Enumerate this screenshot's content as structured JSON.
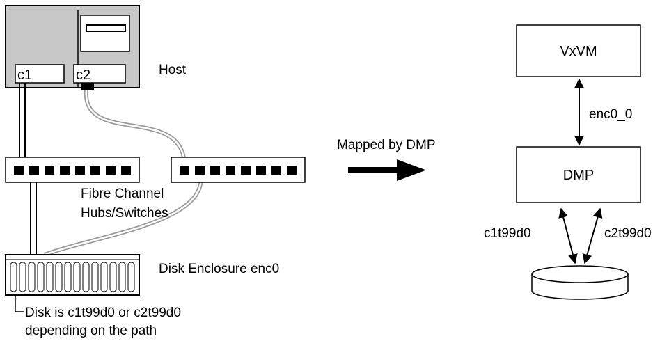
{
  "host": {
    "label": "Host",
    "controllers": [
      "c1",
      "c2"
    ]
  },
  "fabric": {
    "label_line1": "Fibre Channel",
    "label_line2": "Hubs/Switches"
  },
  "enclosure": {
    "label": "Disk Enclosure enc0",
    "note_line1": "Disk is c1t99d0 or c2t99d0",
    "note_line2": "depending on the path"
  },
  "mapping": {
    "label": "Mapped by DMP"
  },
  "logical_view": {
    "vxvm_label": "VxVM",
    "dmp_label": "DMP",
    "device_label": "enc0_0",
    "path1_label": "c1t99d0",
    "path2_label": "c2t99d0"
  },
  "colors": {
    "host_panel": "#c8c8c8",
    "outline": "#000000",
    "cable_gray": "#9a9a9a"
  }
}
